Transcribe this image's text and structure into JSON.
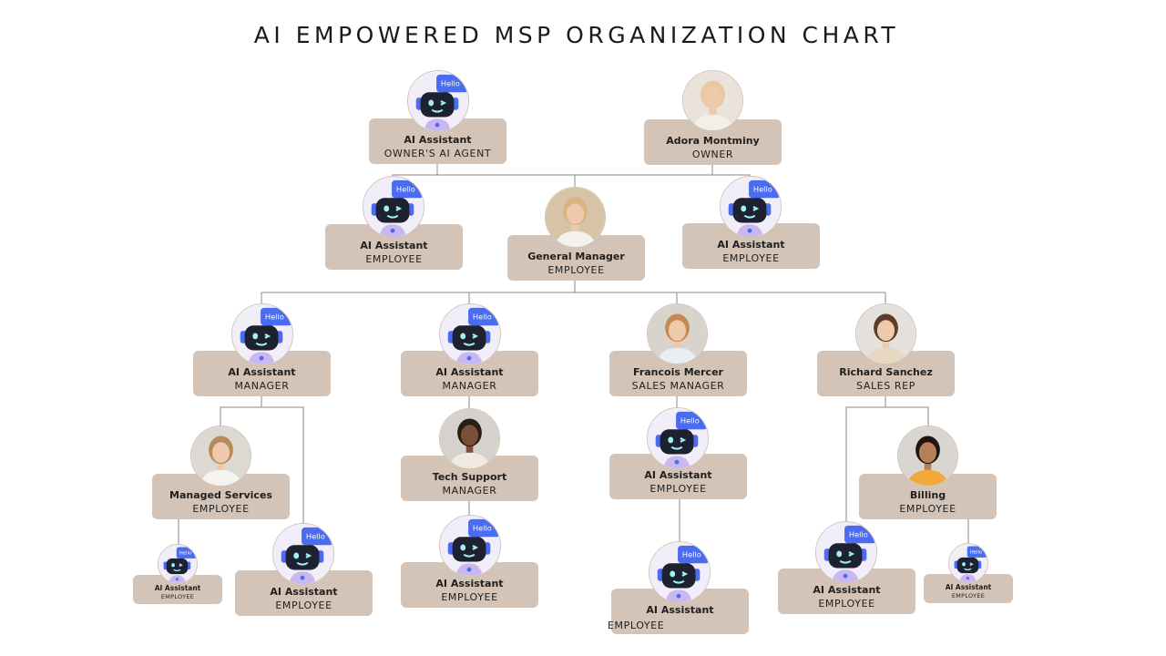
{
  "title": "AI EMPOWERED MSP ORGANIZATION CHART",
  "colors": {
    "card": "#d4c4b7",
    "line": "#8a8a8a",
    "robot_accent": "#4b6cf0"
  },
  "bubble_text": "Hello",
  "nodes": {
    "owner_ai": {
      "name": "AI Assistant",
      "role": "OWNER'S AI AGENT",
      "avatar": "robot-icon"
    },
    "owner": {
      "name": "Adora Montminy",
      "role": "OWNER",
      "avatar": "person-photo"
    },
    "ai_emp_left": {
      "name": "AI Assistant",
      "role": "EMPLOYEE",
      "avatar": "robot-icon"
    },
    "gm": {
      "name": "General Manager",
      "role": "EMPLOYEE",
      "avatar": "person-photo"
    },
    "ai_emp_right": {
      "name": "AI Assistant",
      "role": "EMPLOYEE",
      "avatar": "robot-icon"
    },
    "ai_mgr_1": {
      "name": "AI Assistant",
      "role": "MANAGER",
      "avatar": "robot-icon"
    },
    "ai_mgr_2": {
      "name": "AI Assistant",
      "role": "MANAGER",
      "avatar": "robot-icon"
    },
    "francois": {
      "name": "Francois Mercer",
      "role": "SALES MANAGER",
      "avatar": "person-photo"
    },
    "richard": {
      "name": "Richard Sanchez",
      "role": "SALES REP",
      "avatar": "person-photo"
    },
    "managed_services": {
      "name": "Managed Services",
      "role": "EMPLOYEE",
      "avatar": "person-photo"
    },
    "tech_support": {
      "name": "Tech Support",
      "role": "MANAGER",
      "avatar": "person-photo"
    },
    "ai_emp_francois": {
      "name": "AI Assistant",
      "role": "EMPLOYEE",
      "avatar": "robot-icon"
    },
    "billing": {
      "name": "Billing",
      "role": "EMPLOYEE",
      "avatar": "person-photo"
    },
    "ai_small_left": {
      "name": "AI Assistant",
      "role": "EMPLOYEE",
      "avatar": "robot-icon"
    },
    "ai_emp_b1": {
      "name": "AI Assistant",
      "role": "EMPLOYEE",
      "avatar": "robot-icon"
    },
    "ai_emp_b2": {
      "name": "AI Assistant",
      "role": "EMPLOYEE",
      "avatar": "robot-icon"
    },
    "ai_emp_b3": {
      "name": "AI Assistant",
      "role": "EMPLOYEE",
      "avatar": "robot-icon"
    },
    "ai_emp_b4": {
      "name": "AI Assistant",
      "role": "EMPLOYEE",
      "avatar": "robot-icon"
    },
    "ai_small_right": {
      "name": "AI Assistant",
      "role": "EMPLOYEE",
      "avatar": "robot-icon"
    }
  }
}
